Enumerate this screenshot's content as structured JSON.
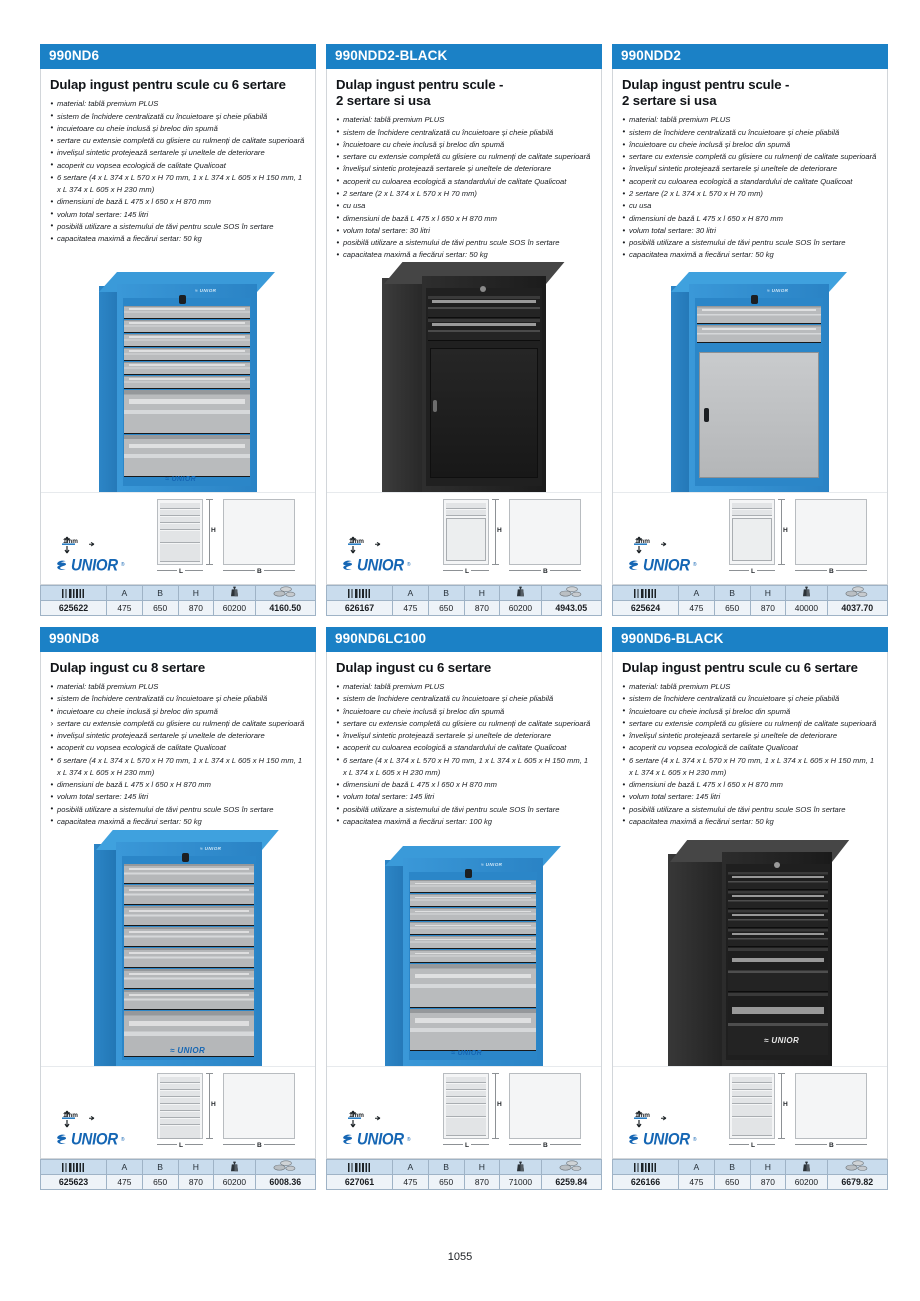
{
  "page": {
    "number": "1055",
    "brand": "UNIOR",
    "brand_reg": "®",
    "thickness_label": "1mm"
  },
  "table_headers": {
    "code": "barcode-icon",
    "a": "A",
    "b": "B",
    "h": "H",
    "weight": "weight-icon",
    "price": "price-icon"
  },
  "tech_drawing": {
    "h": "H",
    "l": "L",
    "b": "B"
  },
  "products": [
    {
      "code": "990ND6",
      "title": "Dulap ingust pentru scule cu 6 sertare",
      "title_lines": [
        "Dulap ingust pentru scule cu 6 sertare"
      ],
      "features": [
        "material: tablă premium PLUS",
        "sistem de închidere centralizată cu încuietoare și cheie pliabilă",
        "incuietoare cu cheie inclusă și breloc din spumă",
        "sertare cu extensie completă cu glisiere cu rulmenți de calitate superioară",
        "invelișul sintetic protejează sertarele și uneltele de deteriorare",
        "acoperit cu vopsea ecologică de calitate Qualicoat",
        "6 sertare (4 x L 374 x L 570 x H 70 mm, 1 x L 374 x L 605 x H 150 mm, 1 x L 374 x L 605 x H 230 mm)",
        "dimensiuni de bază L 475 x l 650 x H 870 mm",
        "volum total sertare: 145 litri",
        "posibilă utilizare a sistemului de tăvi pentru scule SOS în sertare",
        "capacitatea maximă a fiecărui sertar: 50 kg"
      ],
      "alt_bullet_index": -1,
      "variant": "blue-6",
      "spec": {
        "code": "625622",
        "a": "475",
        "b": "650",
        "h": "870",
        "weight": "60200",
        "price": "4160.50"
      }
    },
    {
      "code": "990NDD2-BLACK",
      "title": "Dulap ingust pentru scule - 2 sertare si usa",
      "title_lines": [
        "Dulap ingust pentru scule -",
        "2 sertare si usa"
      ],
      "features": [
        "material: tablă premium PLUS",
        "sistem de închidere centralizată cu încuietoare și cheie pliabilă",
        "încuietoare cu cheie inclusă și breloc din spumă",
        "sertare cu extensie completă cu glisiere cu rulmenți de calitate superioară",
        "învelișul sintetic protejează sertarele și uneltele de deteriorare",
        "acoperit cu culoarea ecologică a standardului de calitate Qualicoat",
        "2 sertare (2 x L 374 x L 570 x H 70 mm)",
        "cu usa",
        "dimensiuni de bază L 475 x l 650 x H 870 mm",
        "volum total sertare: 30 litri",
        "posibilă utilizare a sistemului de tăvi pentru scule SOS în sertare",
        "capacitatea maximă a fiecărui sertar: 50 kg"
      ],
      "alt_bullet_index": -1,
      "variant": "black-door",
      "spec": {
        "code": "626167",
        "a": "475",
        "b": "650",
        "h": "870",
        "weight": "60200",
        "price": "4943.05"
      }
    },
    {
      "code": "990NDD2",
      "title": "Dulap ingust pentru scule - 2 sertare si usa",
      "title_lines": [
        "Dulap ingust pentru scule -",
        "2 sertare si usa"
      ],
      "features": [
        "material: tablă premium PLUS",
        "sistem de închidere centralizată cu încuietoare și cheie pliabilă",
        "încuietoare cu cheie inclusă și breloc din spumă",
        "sertare cu extensie completă cu glisiere cu rulmenți de calitate superioară",
        "învelișul sintetic protejează sertarele și uneltele de deteriorare",
        "acoperit cu culoarea ecologică a standardului de calitate Qualicoat",
        "2 sertare (2 x L 374 x L 570 x H 70 mm)",
        "cu usa",
        "dimensiuni de bază L 475 x l 650 x H 870 mm",
        "volum total sertare: 30 litri",
        "posibilă utilizare a sistemului de tăvi pentru scule SOS în sertare",
        "capacitatea maximă a fiecărui sertar: 50 kg"
      ],
      "alt_bullet_index": -1,
      "variant": "blue-door",
      "spec": {
        "code": "625624",
        "a": "475",
        "b": "650",
        "h": "870",
        "weight": "40000",
        "price": "4037.70"
      }
    },
    {
      "code": "990ND8",
      "title": "Dulap ingust cu 8 sertare",
      "title_lines": [
        "Dulap ingust cu 8 sertare"
      ],
      "features": [
        "material: tablă premium PLUS",
        "sistem de închidere centralizată cu încuietoare și cheie pliabilă",
        "incuietoare cu cheie inclusă și breloc din spumă",
        "sertare cu extensie completă cu glisiere cu rulmenți de calitate superioară",
        "invelișul sintetic protejează sertarele și uneltele de deteriorare",
        "acoperit cu vopsea ecologică de calitate Qualicoat",
        "6 sertare (4 x L 374 x L 570 x H 70 mm, 1 x L 374 x L 605 x H 150 mm, 1 x L 374 x L 605 x H 230 mm)",
        "dimensiuni de bază L 475 x l 650 x H 870 mm",
        "volum total sertare: 145 litri",
        "posibilă utilizare a sistemului de tăvi pentru scule SOS în sertare",
        "capacitatea maximă a fiecărui sertar: 50 kg"
      ],
      "alt_bullet_index": 3,
      "variant": "blue-8",
      "spec": {
        "code": "625623",
        "a": "475",
        "b": "650",
        "h": "870",
        "weight": "60200",
        "price": "6008.36"
      }
    },
    {
      "code": "990ND6LC100",
      "title": "Dulap ingust cu 6 sertare",
      "title_lines": [
        "Dulap ingust cu 6 sertare"
      ],
      "features": [
        "material: tablă premium PLUS",
        "sistem de închidere centralizată cu încuietoare și cheie pliabilă",
        "încuietoare cu cheie inclusă și breloc din spumă",
        "sertare cu extensie completă cu glisiere cu rulmenți de calitate superioară",
        "învelișul sintetic protejează sertarele și uneltele de deteriorare",
        "acoperit cu culoarea ecologică a standardului de calitate Qualicoat",
        "6 sertare (4 x L 374 x L 570 x H 70 mm, 1 x L 374 x L 605 x H 150 mm, 1 x L 374 x L 605 x H 230 mm)",
        "dimensiuni de bază L 475 x l 650 x H 870 mm",
        "volum total sertare: 145 litri",
        "posibilă utilizare a sistemului de tăvi pentru scule SOS în sertare",
        "capacitatea maximă a fiecărui sertar: 100 kg"
      ],
      "alt_bullet_index": -1,
      "variant": "blue-6",
      "spec": {
        "code": "627061",
        "a": "475",
        "b": "650",
        "h": "870",
        "weight": "71000",
        "price": "6259.84"
      }
    },
    {
      "code": "990ND6-BLACK",
      "title": "Dulap ingust pentru scule cu 6 sertare",
      "title_lines": [
        "Dulap ingust pentru scule cu 6 sertare"
      ],
      "features": [
        "material: tablă premium PLUS",
        "sistem de închidere centralizată cu încuietoare și cheie pliabilă",
        "încuietoare cu cheie inclusă și breloc din spumă",
        "sertare cu extensie completă cu glisiere cu rulmenți de calitate superioară",
        "învelișul sintetic protejează sertarele și uneltele de deteriorare",
        "acoperit cu vopsea ecologică de calitate Qualicoat",
        "6 sertare (4 x L 374 x L 570 x H 70 mm, 1 x L 374 x L 605 x H 150 mm, 1 x L 374 x L 605 x H 230 mm)",
        "dimensiuni de bază L 475 x l 650 x H 870 mm",
        "volum total sertare: 145 litri",
        "posibilă utilizare a sistemului de tăvi pentru scule SOS în sertare",
        "capacitatea maximă a fiecărui sertar: 50 kg"
      ],
      "alt_bullet_index": -1,
      "variant": "black-6",
      "spec": {
        "code": "626166",
        "a": "475",
        "b": "650",
        "h": "870",
        "weight": "60200",
        "price": "6679.82"
      }
    }
  ],
  "colors": {
    "header_blue": "#1b81c6",
    "cabinet_blue": "#2f8fd4",
    "cabinet_black": "#232323",
    "drawer_grey": "#b4b6b8",
    "table_header": "#c9dced",
    "table_cell": "#eef3f8",
    "logo_blue": "#1566b4"
  }
}
